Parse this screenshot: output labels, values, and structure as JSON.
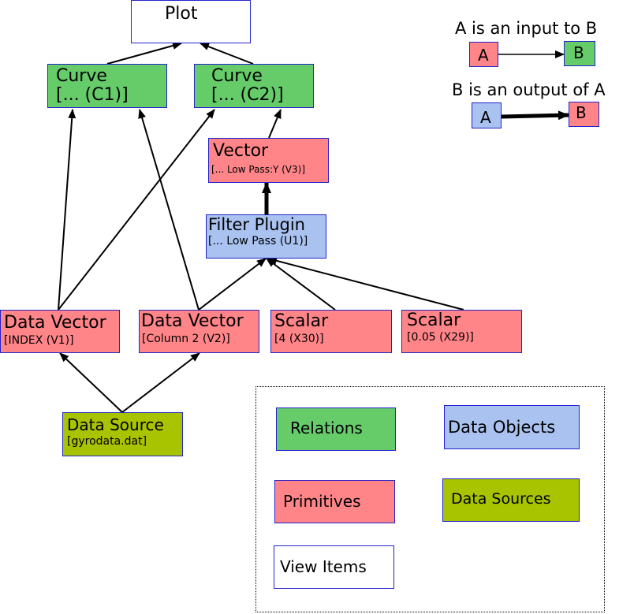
{
  "nodes": {
    "plot": {
      "title": "Plot"
    },
    "curve1": {
      "title": "Curve",
      "sub": "[... (C1)]"
    },
    "curve2": {
      "title": "Curve",
      "sub": "[... (C2)]"
    },
    "vector": {
      "title": "Vector",
      "sub": "[... Low Pass:Y (V3)]"
    },
    "filter_plugin": {
      "title": "Filter Plugin",
      "sub": "[... Low Pass (U1)]"
    },
    "data_vector_1": {
      "title": "Data Vector",
      "sub": "[INDEX (V1)]"
    },
    "data_vector_2": {
      "title": "Data Vector",
      "sub": "[Column 2 (V2)]"
    },
    "scalar_1": {
      "title": "Scalar",
      "sub": "[4 (X30)]"
    },
    "scalar_2": {
      "title": "Scalar",
      "sub": "[0.05 (X29)]"
    },
    "data_source": {
      "title": "Data Source",
      "sub": "[gyrodata.dat]"
    }
  },
  "edge_legend": {
    "input": {
      "caption": "A is an input to B",
      "a": "A",
      "b": "B"
    },
    "output": {
      "caption": "B is an output of A",
      "a": "A",
      "b": "B"
    }
  },
  "color_legend": {
    "relations": "Relations",
    "data_objects": "Data Objects",
    "primitives": "Primitives",
    "data_sources": "Data Sources",
    "view_items": "View Items"
  },
  "colors": {
    "relation": "#66cc6a",
    "primitive": "#ff8589",
    "data_object": "#a9c2f0",
    "data_source": "#a8c400",
    "view_item": "#ffffff"
  }
}
